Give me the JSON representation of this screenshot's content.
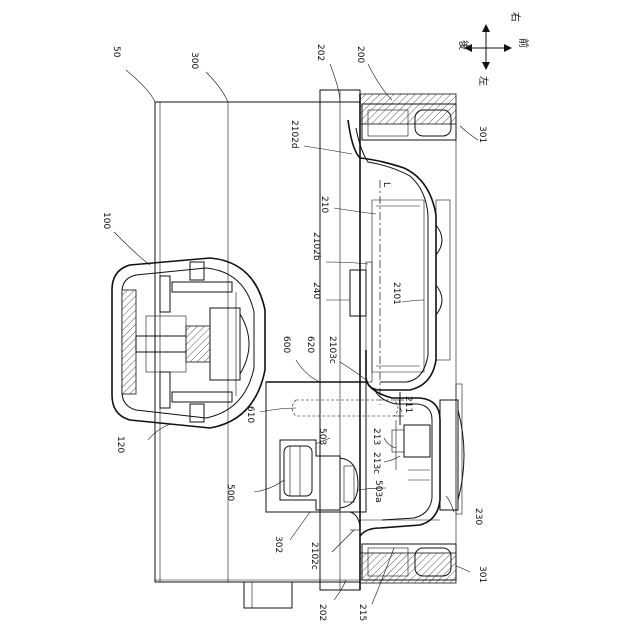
{
  "figure": {
    "labels": {
      "l50": "50",
      "l300": "300",
      "l202t": "202",
      "l200": "200",
      "l301t": "301",
      "l2102d": "2102d",
      "lL": "L",
      "l210": "210",
      "l100": "100",
      "l2102b": "2102b",
      "l240": "240",
      "l2101": "2101",
      "l600": "600",
      "l620": "620",
      "l2103c": "2103c",
      "l610": "610",
      "l211": "211",
      "l120": "120",
      "l503": "503",
      "l213": "213",
      "l213c": "213c",
      "l500": "500",
      "l503a": "503a",
      "l230": "230",
      "l302": "302",
      "l2102c": "2102c",
      "l301b": "301",
      "l202b": "202",
      "l215": "215"
    },
    "directions": {
      "back": "後",
      "right": "右",
      "front": "前",
      "left": "左"
    }
  }
}
